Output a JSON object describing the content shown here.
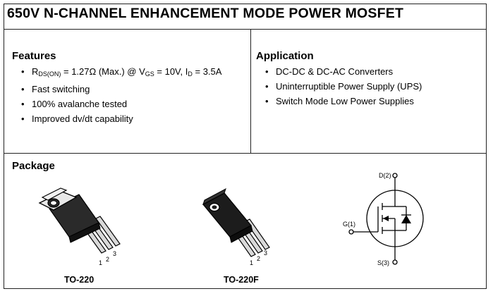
{
  "title": "650V N-CHANNEL ENHANCEMENT MODE POWER MOSFET",
  "features": {
    "heading": "Features",
    "rds": {
      "r_letter": "R",
      "r_sub": "DS(ON)",
      "mid": " = 1.27Ω (Max.) @ V",
      "v_sub": "GS",
      "mid2": " = 10V, I",
      "i_sub": "D",
      "tail": " = 3.5A"
    },
    "items": [
      "Fast switching",
      "100% avalanche tested",
      "Improved dv/dt capability"
    ]
  },
  "application": {
    "heading": "Application",
    "items": [
      "DC-DC & DC-AC Converters",
      "Uninterruptible Power Supply (UPS)",
      "Switch Mode Low Power Supplies"
    ]
  },
  "package": {
    "heading": "Package",
    "to220": {
      "label": "TO-220",
      "pins": [
        "1",
        "2",
        "3"
      ]
    },
    "to220f": {
      "label": "TO-220F",
      "pins": [
        "1",
        "2",
        "3"
      ]
    },
    "symbol": {
      "drain": "D(2)",
      "gate": "G(1)",
      "source": "S(3)"
    }
  }
}
